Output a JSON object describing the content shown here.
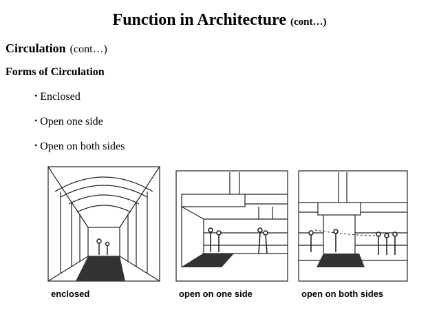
{
  "slide": {
    "title": "Function in Architecture",
    "title_suffix": "(cont…)",
    "subheading": "Circulation",
    "subheading_suffix": "(cont…)",
    "section_label": "Forms of Circulation",
    "bullets": [
      "Enclosed",
      "Open one side",
      "Open on both sides"
    ]
  },
  "figure": {
    "captions": [
      "enclosed",
      "open on one side",
      "open on both sides"
    ]
  }
}
